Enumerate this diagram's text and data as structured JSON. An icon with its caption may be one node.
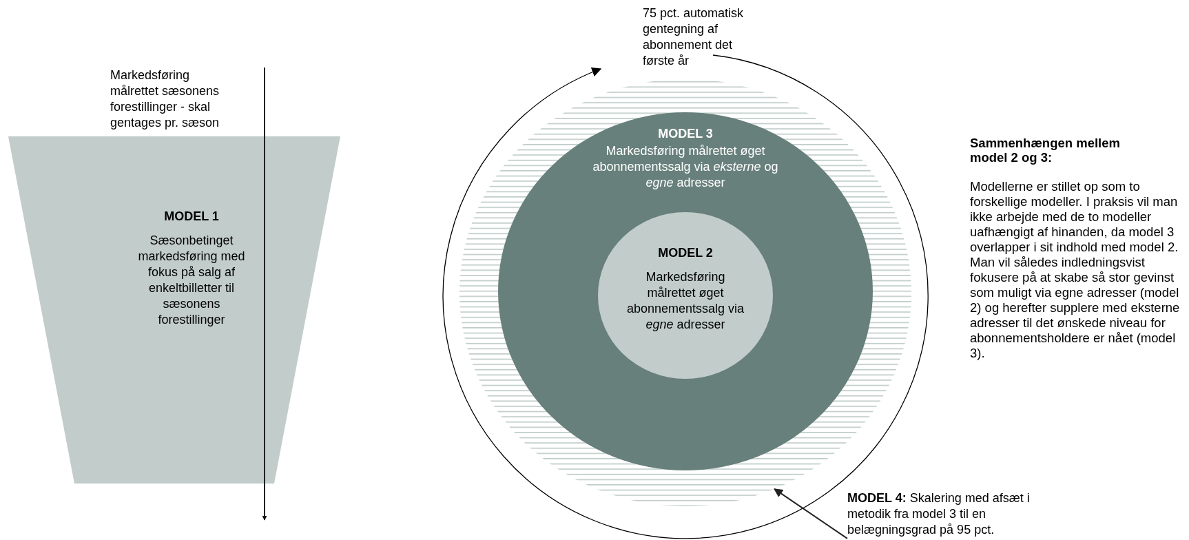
{
  "diagram": {
    "nodes": [
      {
        "text": [
          "MODEL 1",
          "Sæsonbetinget markedsføring med fokus på salg af enkeltbilletter til sæsonens forestillinger"
        ]
      },
      {
        "text": [
          "Markedsføring målrettet sæsonens forestillinger - skal gentages pr. sæson"
        ]
      },
      {
        "text": [],
        "shape": "circle"
      },
      {
        "text": [
          "MODEL 3",
          "Markedsføring målrettet øget abonnementssalg via *eksterne* og *egne* adresser"
        ],
        "in": 2
      },
      {
        "text": [
          "MODEL 2",
          "Markedsføring målrettet øget abonnementssalg via *egne* adresser"
        ],
        "in": 3
      },
      {
        "text": [
          "**MODEL 4:** Skalering med afsæt i metodik fra model 3 til en belægningsgrad på 95 pct."
        ]
      }
    ],
    "edges": [
      {
        "from": 1,
        "to": null,
        "arrow": "to"
      },
      {
        "from": 5,
        "to": 2,
        "arrow": "to"
      }
    ],
    "labels": [
      "75 pct. automatisk gentegning af abonnement det første år",
      "Sammenhængen mellem model 2 og 3:",
      "Modellerne er stillet op som to forskellige modeller. I praksis vil man ikke arbejde med de to modeller uafhængigt af hinanden, da model 3 overlapper i sit indhold med model 2. Man vil således indledningsvist fokusere på at skabe så stor gevinst som muligt via egne adresser (model 2) og herefter supplere med eksterne adresser til det ønskede niveau for abonnementsholdere er nået (model 3)."
    ]
  }
}
